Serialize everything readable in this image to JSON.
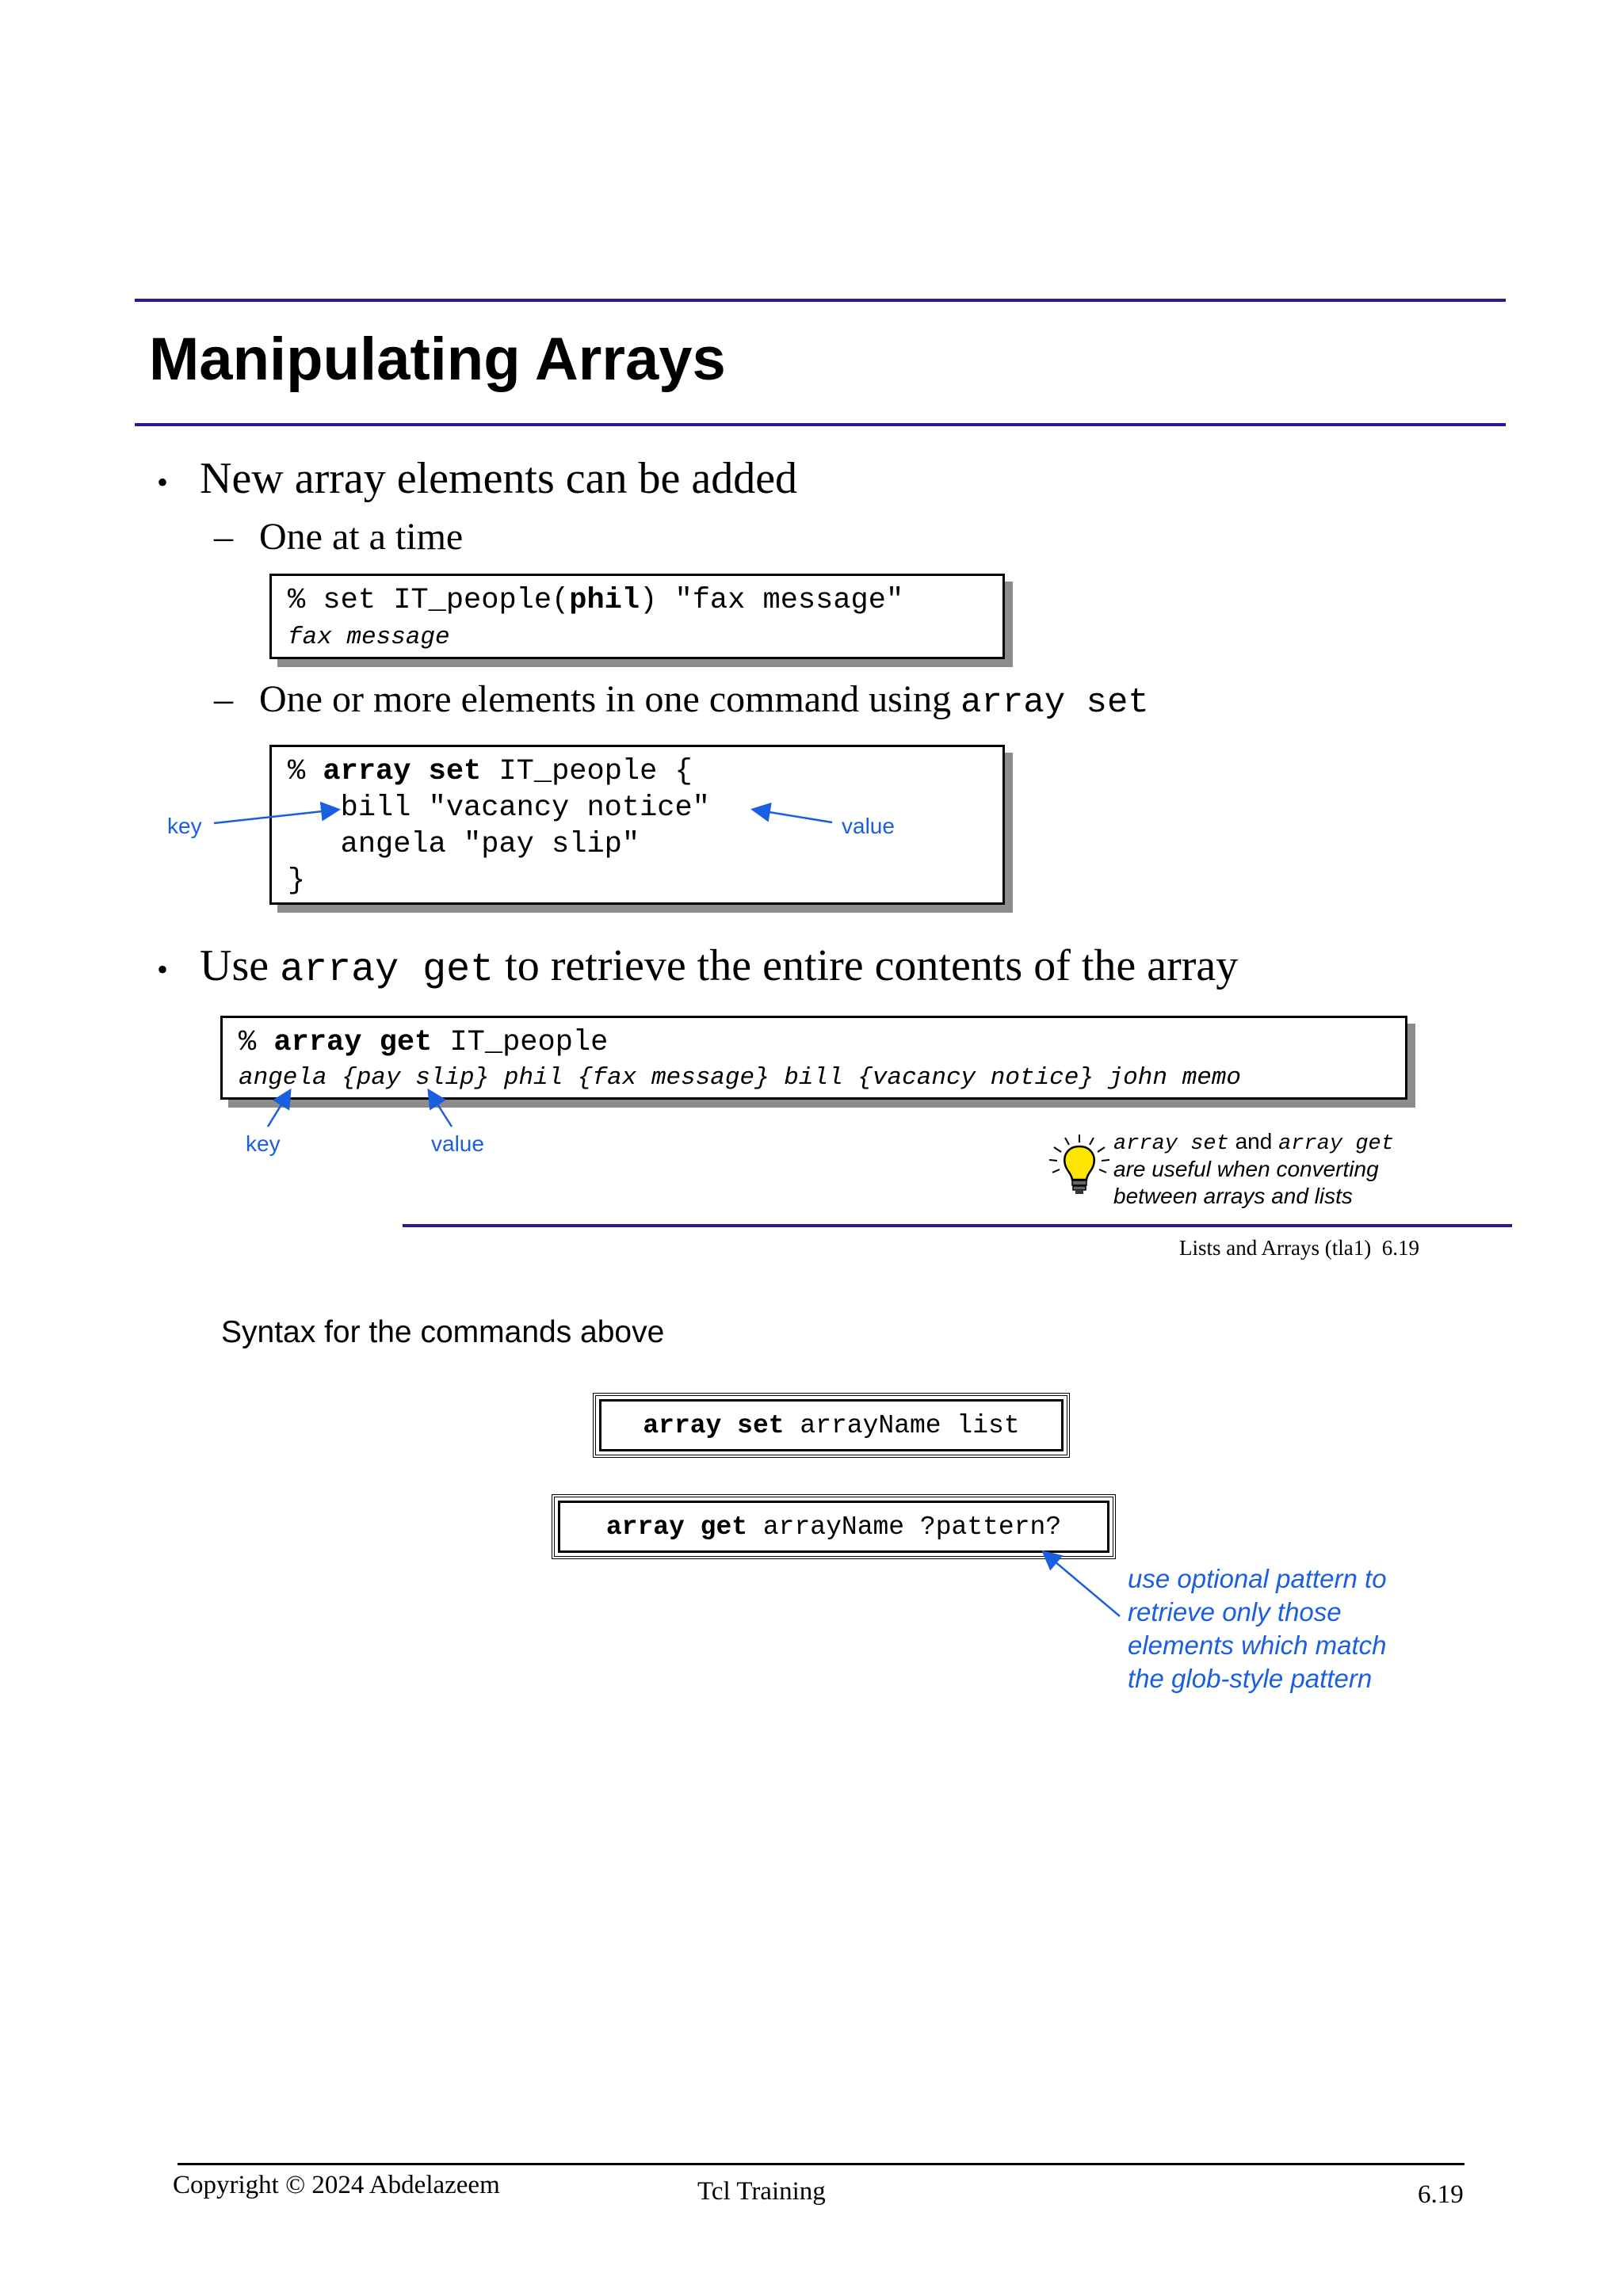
{
  "slide": {
    "title": "Manipulating Arrays",
    "bullet1": "New array elements can be added",
    "sub1": "One at a time",
    "code1_prompt": "% set IT_people(",
    "code1_bold": "phil",
    "code1_rest": ") \"fax message\"",
    "code1_output": "fax message",
    "sub2_text": "One or more elements in one command using ",
    "sub2_code": "array set",
    "code2_prompt": "% ",
    "code2_bold": "array set",
    "code2_rest": " IT_people {",
    "code2_line2": "   bill \"vacancy notice\"",
    "code2_line3": "   angela \"pay slip\"",
    "code2_line4": "}",
    "key_label": "key",
    "value_label": "value",
    "bullet2_pre": "Use ",
    "bullet2_code": "array get",
    "bullet2_post": " to retrieve the entire contents of the array",
    "code3_prompt": "% ",
    "code3_bold": "array get",
    "code3_rest": " IT_people",
    "code3_output": "angela {pay slip} phil {fax message} bill {vacancy notice} john memo",
    "tip_code1": "array set",
    "tip_and": " and ",
    "tip_code2": "array get",
    "tip_line2": "are useful when converting",
    "tip_line3": "between arrays and lists",
    "slide_footer": "Lists and Arrays (tla1)  6.19"
  },
  "notes": {
    "heading": "Syntax for the commands above",
    "syntax1_bold": "array set",
    "syntax1_rest": " arrayName list",
    "syntax2_bold": "array get",
    "syntax2_rest": " arrayName ?pattern?",
    "annotation": [
      "use optional pattern to",
      "retrieve only those",
      "elements which match",
      "the glob-style pattern"
    ]
  },
  "footer": {
    "copyright": "Copyright © 2024 Abdelazeem",
    "center": "Tcl Training",
    "page": "6.19"
  },
  "colors": {
    "rule": "#2a1a9a",
    "annotation": "#1a5fe0",
    "shadow": "#8c8c8c"
  }
}
